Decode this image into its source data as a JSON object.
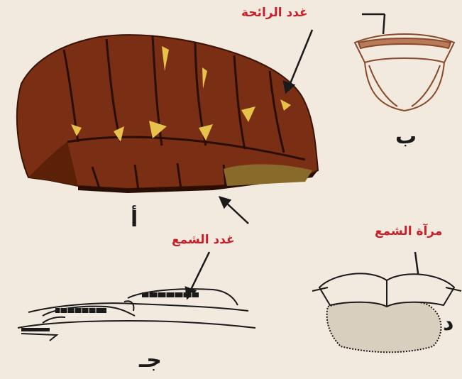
{
  "colors": {
    "background": "#f3eadf",
    "abdomen_fill": "#7a2e14",
    "abdomen_dark": "#4a1a08",
    "gland_yellow": "#e6c24a",
    "wax_patch": "#8a6a2a",
    "label_red": "#c8202a",
    "line": "#1a1a1a",
    "scent_brown": "#8a4a2a"
  },
  "labels": {
    "scent_glands": "غدد الرائحة",
    "wax_glands": "غدد الشمع",
    "wax_mirror": "مرآة الشمع"
  },
  "figures": {
    "a": "أ",
    "b": "ب",
    "c": "جـ",
    "d": "د"
  }
}
